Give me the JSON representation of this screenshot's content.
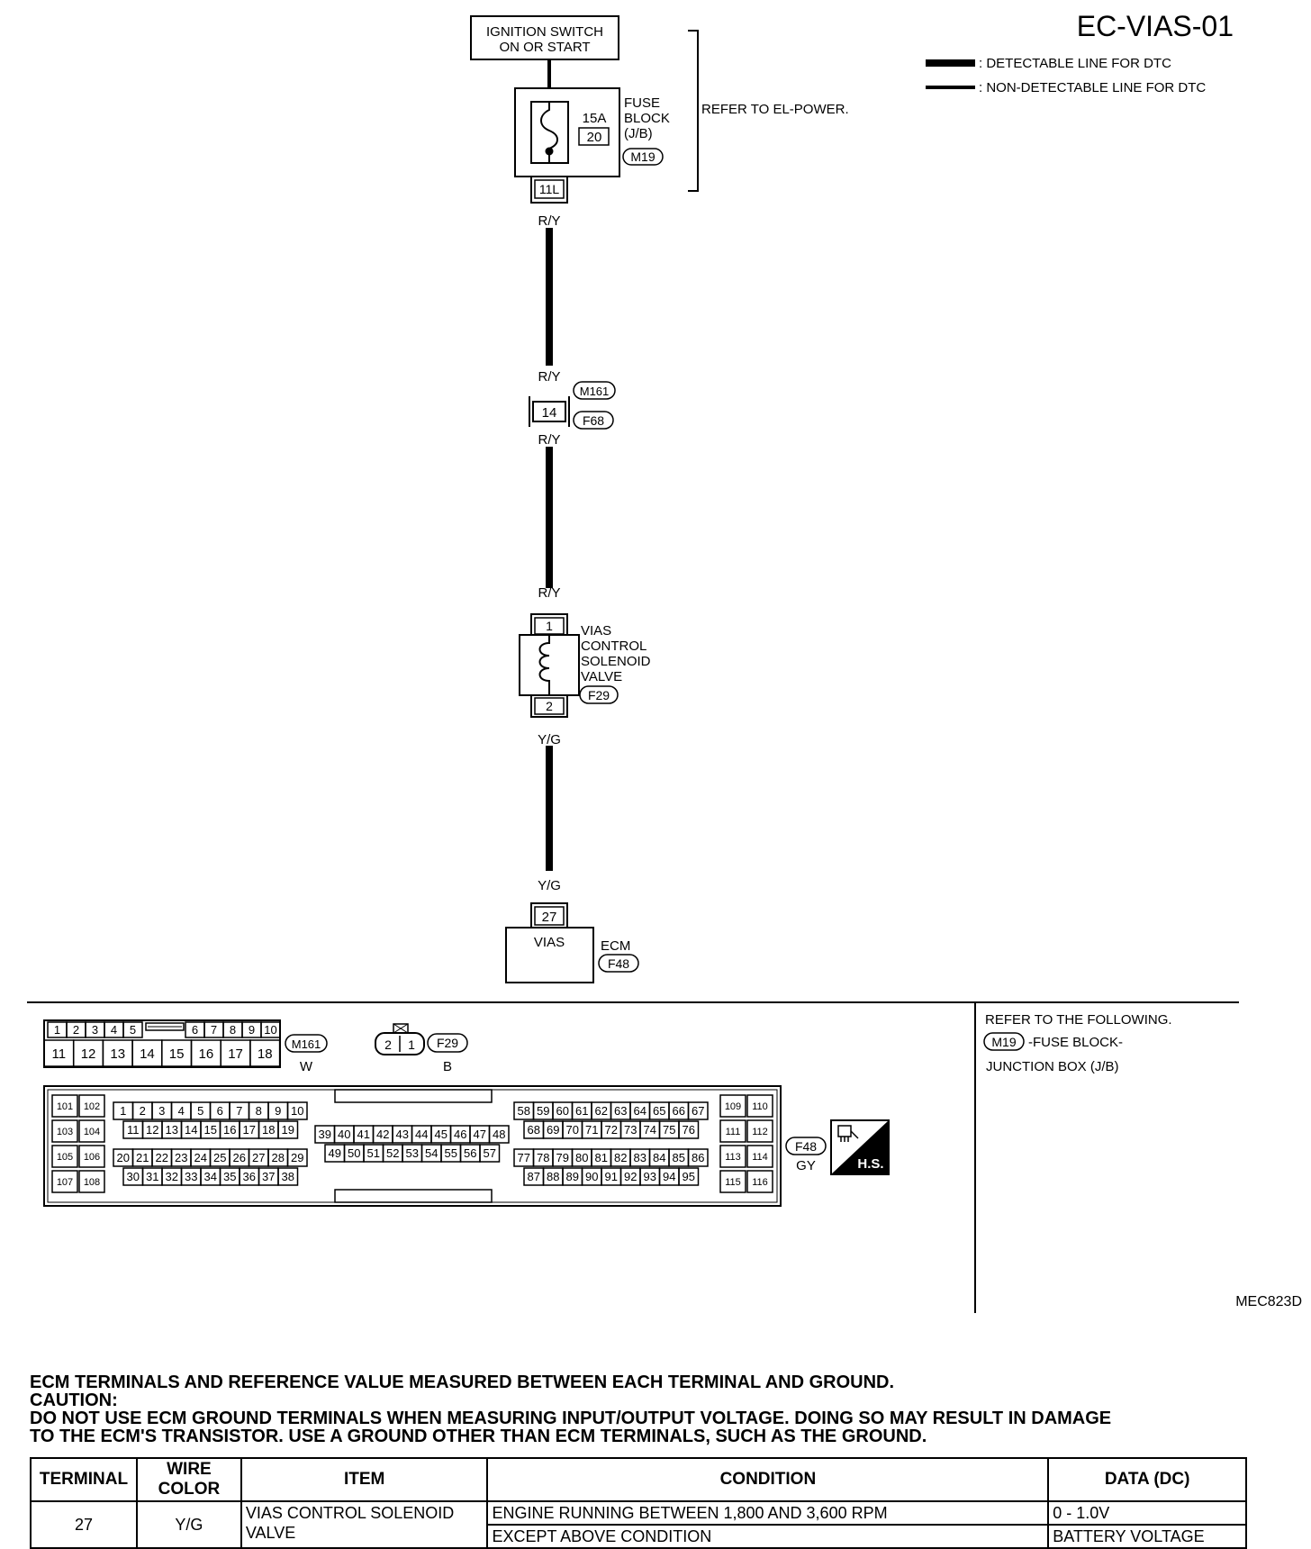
{
  "page_code": "EC-VIAS-01",
  "legend": {
    "detectable": ": DETECTABLE LINE FOR DTC",
    "non_detectable": ": NON-DETECTABLE LINE FOR DTC"
  },
  "ignition": {
    "line1": "IGNITION SWITCH",
    "line2": "ON OR START"
  },
  "fuse_block": {
    "amp": "15A",
    "number": "20",
    "label1": "FUSE",
    "label2": "BLOCK",
    "label3": "(J/B)",
    "connector": "M19",
    "terminal": "11L",
    "refer": "REFER TO EL-POWER."
  },
  "wires": {
    "ry": "R/Y",
    "yg": "Y/G"
  },
  "joint": {
    "terminal": "14",
    "conn_top": "M161",
    "conn_bottom": "F68"
  },
  "solenoid": {
    "pin1": "1",
    "pin2": "2",
    "label1": "VIAS",
    "label2": "CONTROL",
    "label3": "SOLENOID",
    "label4": "VALVE",
    "connector": "F29"
  },
  "ecm": {
    "terminal": "27",
    "inner": "VIAS",
    "label": "ECM",
    "connector": "F48"
  },
  "connectors": {
    "m161": {
      "code": "M161",
      "color": "W",
      "top_row": [
        "1",
        "2",
        "3",
        "4",
        "5",
        "6",
        "7",
        "8",
        "9",
        "10"
      ],
      "bottom_row": [
        "11",
        "12",
        "13",
        "14",
        "15",
        "16",
        "17",
        "18"
      ]
    },
    "f29": {
      "code": "F29",
      "color": "B",
      "pins": [
        "2",
        "1"
      ]
    },
    "f48": {
      "code": "F48",
      "color": "GY",
      "badge": "H.S.",
      "left_block": [
        "101",
        "102",
        "103",
        "104",
        "105",
        "106",
        "107",
        "108"
      ],
      "right_block": [
        "109",
        "110",
        "111",
        "112",
        "113",
        "114",
        "115",
        "116"
      ],
      "rows_a": [
        [
          "1",
          "2",
          "3",
          "4",
          "5",
          "6",
          "7",
          "8",
          "9",
          "10"
        ],
        [
          "11",
          "12",
          "13",
          "14",
          "15",
          "16",
          "17",
          "18",
          "19"
        ],
        [
          "20",
          "21",
          "22",
          "23",
          "24",
          "25",
          "26",
          "27",
          "28",
          "29"
        ],
        [
          "30",
          "31",
          "32",
          "33",
          "34",
          "35",
          "36",
          "37",
          "38"
        ]
      ],
      "rows_b": [
        [
          "39",
          "40",
          "41",
          "42",
          "43",
          "44",
          "45",
          "46",
          "47",
          "48"
        ],
        [
          "49",
          "50",
          "51",
          "52",
          "53",
          "54",
          "55",
          "56",
          "57"
        ]
      ],
      "rows_c": [
        [
          "58",
          "59",
          "60",
          "61",
          "62",
          "63",
          "64",
          "65",
          "66",
          "67"
        ],
        [
          "68",
          "69",
          "70",
          "71",
          "72",
          "73",
          "74",
          "75",
          "76"
        ],
        [
          "77",
          "78",
          "79",
          "80",
          "81",
          "82",
          "83",
          "84",
          "85",
          "86"
        ],
        [
          "87",
          "88",
          "89",
          "90",
          "91",
          "92",
          "93",
          "94",
          "95"
        ]
      ]
    }
  },
  "refer_following": {
    "line1": "REFER TO THE FOLLOWING.",
    "conn": "M19",
    "line2": "-FUSE BLOCK-",
    "line3": "JUNCTION BOX (J/B)"
  },
  "figure_code": "MEC823D",
  "caution": {
    "heading": "ECM TERMINALS AND REFERENCE VALUE MEASURED BETWEEN EACH TERMINAL AND  GROUND.",
    "label": "CAUTION:",
    "line1": "DO NOT USE ECM GROUND TERMINALS WHEN MEASURING INPUT/OUTPUT VOLTAGE. DOING SO MAY RESULT IN DAMAGE",
    "line2": "TO THE ECM'S TRANSISTOR. USE A GROUND OTHER THAN ECM TERMINALS, SUCH AS THE GROUND."
  },
  "table": {
    "headers": [
      "TERMINAL",
      "WIRE COLOR",
      "ITEM",
      "CONDITION",
      "DATA (DC)"
    ],
    "terminal": "27",
    "wire_color": "Y/G",
    "item": "VIAS CONTROL SOLENOID VALVE",
    "rows": [
      {
        "condition": "ENGINE RUNNING BETWEEN 1,800 AND 3,600 RPM",
        "data": "0 - 1.0V"
      },
      {
        "condition": "EXCEPT ABOVE CONDITION",
        "data": "BATTERY VOLTAGE"
      }
    ]
  }
}
